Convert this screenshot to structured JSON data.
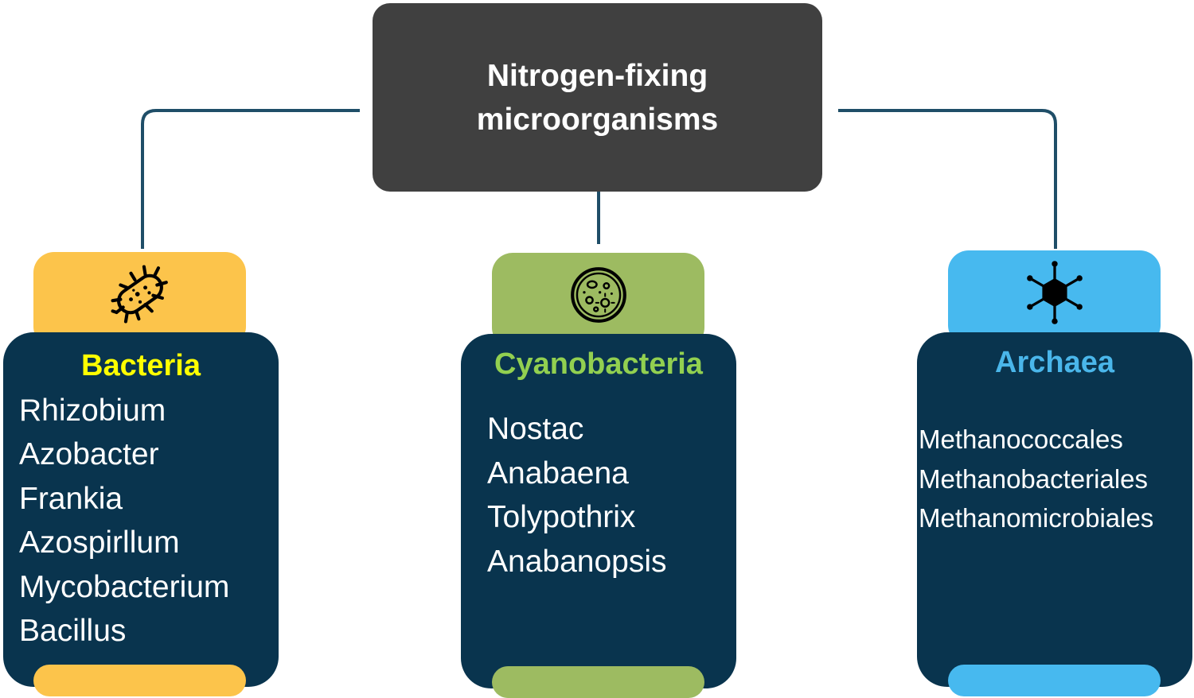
{
  "root": {
    "title": "Nitrogen-fixing microorganisms"
  },
  "categories": [
    {
      "title": "Bacteria",
      "icon": "bacterium-icon",
      "accent": "#fcc44b",
      "title_color": "#ffff00",
      "items": [
        "Rhizobium",
        "Azobacter",
        "Frankia",
        "Azospirllum",
        "Mycobacterium",
        "Bacillus"
      ]
    },
    {
      "title": "Cyanobacteria",
      "icon": "microbe-cell-icon",
      "accent": "#9dbb61",
      "title_color": "#92d050",
      "items": [
        "Nostac",
        "Anabaena",
        "Tolypothrix",
        "Anabanopsis"
      ]
    },
    {
      "title": "Archaea",
      "icon": "archaea-icon",
      "accent": "#47b9ef",
      "title_color": "#4ab6ea",
      "items": [
        "Methanococcales",
        "Methanobacteriales",
        "Methanomicrobiales"
      ]
    }
  ],
  "colors": {
    "root_box": "#404040",
    "card_body": "#09344e",
    "connector": "#1f4e68"
  }
}
